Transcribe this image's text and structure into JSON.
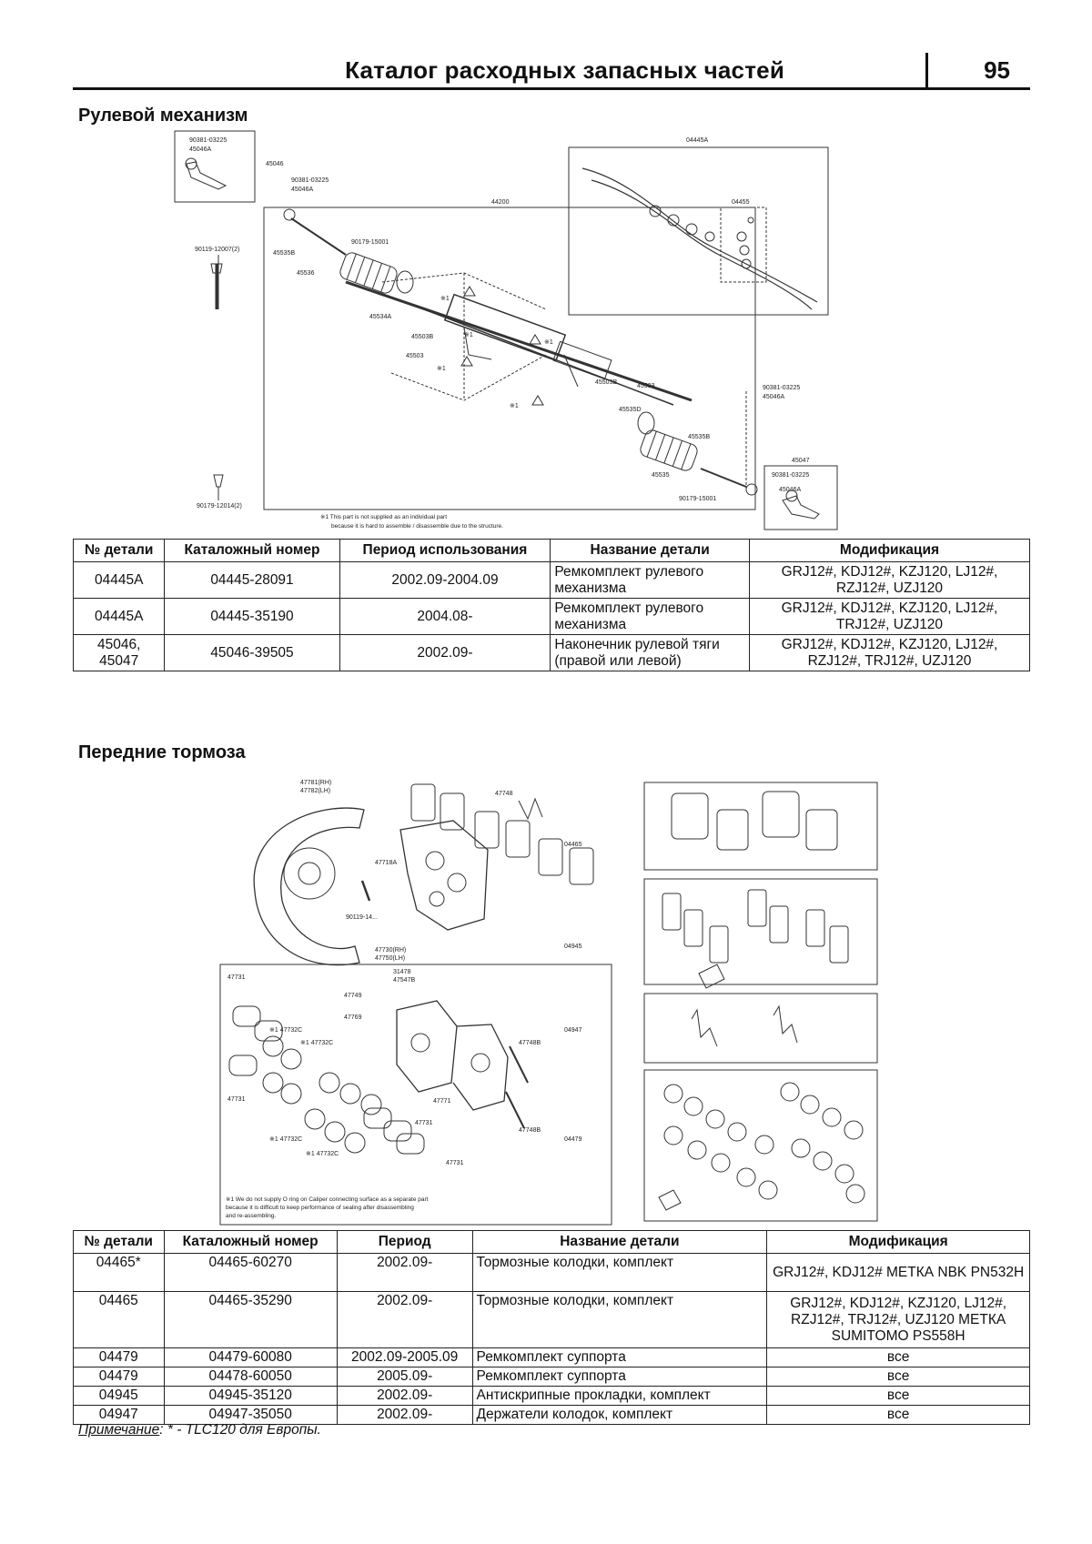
{
  "header": {
    "title": "Каталог расходных запасных частей",
    "page_number": "95"
  },
  "steering": {
    "section_title": "Рулевой механизм",
    "diagram_labels": {
      "assy_44200": "44200",
      "kit_04445A": "04445A",
      "kit_04455": "04455",
      "box_45046": "45046",
      "box_45047": "45047",
      "p_90381_a": "90381-03225",
      "p_45046A_a": "45046A",
      "p_90381_b": "90381-03225",
      "p_45046A_b": "45046A",
      "p_90381_c": "90381-03225",
      "p_45046A_c": "45046A",
      "p_90381_d": "90381-03225",
      "p_45046A_d": "45046A",
      "p_90119": "90119-12007(2)",
      "p_90179_a": "90179-15001",
      "p_90179_b": "90179-12014(2)",
      "p_90179_c": "90179-15001",
      "p_45535B_l": "45535B",
      "p_45536": "45536",
      "p_45534A": "45534A",
      "p_45503B_l": "45503B",
      "p_45503_l": "45503",
      "p_45503B_r": "45503B",
      "p_45503_r": "45503",
      "p_45535D": "45535D",
      "p_45535B_r": "45535B",
      "p_45535": "45535",
      "m1": "※1",
      "m2": "※1",
      "m3": "※1",
      "m4": "※1",
      "m5": "※1",
      "footnote_1": "※1  This part is not supplied as an individual part",
      "footnote_2": "because it is hard to assemble / disassemble due to the structure."
    },
    "table": {
      "headers": [
        "№ детали",
        "Каталожный номер",
        "Период использования",
        "Название детали",
        "Модификация"
      ],
      "rows": [
        {
          "part_no": "04445A",
          "catalog_no": "04445-28091",
          "period": "2002.09-2004.09",
          "name": "Ремкомплект рулевого механизма",
          "model": "GRJ12#, KDJ12#, KZJ120, LJ12#, RZJ12#, UZJ120"
        },
        {
          "part_no": "04445A",
          "catalog_no": "04445-35190",
          "period": "2004.08-",
          "name": "Ремкомплект рулевого механизма",
          "model": "GRJ12#, KDJ12#, KZJ120, LJ12#, TRJ12#, UZJ120"
        },
        {
          "part_no": "45046, 45047",
          "catalog_no": "45046-39505",
          "period": "2002.09-",
          "name": "Наконечник рулевой тяги (правой или левой)",
          "model": "GRJ12#, KDJ12#, KZJ120, LJ12#, RZJ12#, TRJ12#, UZJ120"
        }
      ]
    }
  },
  "brakes": {
    "section_title": "Передние тормоза",
    "diagram_labels": {
      "p_47781": "47781(RH)",
      "p_47782": "47782(LH)",
      "p_47718A": "47718A",
      "p_90119": "90119-14...",
      "p_47730": "47730(RH)",
      "p_47750": "47750(LH)",
      "p_47748": "47748",
      "p_04465": "04465",
      "p_04945": "04945",
      "p_04947": "04947",
      "p_04479": "04479",
      "p_47731_a": "47731",
      "p_47731_b": "47731",
      "p_47731_c": "47731",
      "p_47731_d": "47731",
      "p_47732C_a": "※1 47732C",
      "p_47732C_b": "※1 47732C",
      "p_47732C_c": "※1 47732C",
      "p_47732C_d": "※1 47732C",
      "p_31478": "31478",
      "p_47547B": "47547B",
      "p_47749": "47749",
      "p_47769": "47769",
      "p_47748B_a": "47748B",
      "p_47748B_b": "47748B",
      "p_47771": "47771",
      "footnote_1": "※1 We do not supply O ring on Caliper connecting surface as a separate part",
      "footnote_2": "because it is difficult to keep performance of sealing after disassembling",
      "footnote_3": "and re-assembling."
    },
    "table": {
      "headers": [
        "№ детали",
        "Каталожный номер",
        "Период",
        "Название детали",
        "Модификация"
      ],
      "rows": [
        {
          "part_no": "04465*",
          "catalog_no": "04465-60270",
          "period": "2002.09-",
          "name": "Тормозные колодки, комплект",
          "model": "GRJ12#, KDJ12# МЕТКА NBK PN532H"
        },
        {
          "part_no": "04465",
          "catalog_no": "04465-35290",
          "period": "2002.09-",
          "name": "Тормозные колодки, комплект",
          "model": "GRJ12#, KDJ12#, KZJ120, LJ12#, RZJ12#, TRJ12#, UZJ120 МЕТКА SUMITOMO PS558H"
        },
        {
          "part_no": "04479",
          "catalog_no": "04479-60080",
          "period": "2002.09-2005.09",
          "name": "Ремкомплект суппорта",
          "model": "все"
        },
        {
          "part_no": "04479",
          "catalog_no": "04478-60050",
          "period": "2005.09-",
          "name": "Ремкомплект суппорта",
          "model": "все"
        },
        {
          "part_no": "04945",
          "catalog_no": "04945-35120",
          "period": "2002.09-",
          "name": "Антискрипные прокладки, комплект",
          "model": "все"
        },
        {
          "part_no": "04947",
          "catalog_no": "04947-35050",
          "period": "2002.09-",
          "name": "Держатели колодок, комплект",
          "model": "все"
        }
      ]
    }
  },
  "note": {
    "label": "Примечание",
    "text": ": * - TLC120 для Европы."
  }
}
